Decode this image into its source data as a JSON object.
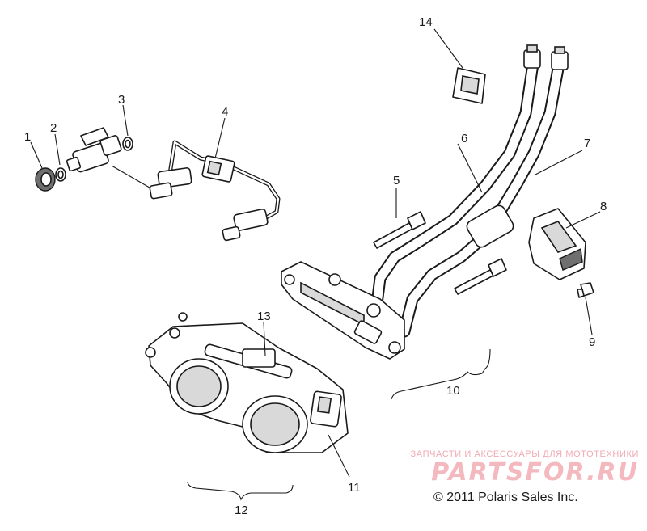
{
  "callouts": [
    {
      "num": "1"
    },
    {
      "num": "2"
    },
    {
      "num": "3"
    },
    {
      "num": "4"
    },
    {
      "num": "5"
    },
    {
      "num": "6"
    },
    {
      "num": "7"
    },
    {
      "num": "8"
    },
    {
      "num": "9"
    },
    {
      "num": "10"
    },
    {
      "num": "11"
    },
    {
      "num": "12"
    },
    {
      "num": "13"
    },
    {
      "num": "14"
    }
  ],
  "watermark": {
    "tagline": "ЗАПЧАСТИ И АКСЕССУАРЫ ДЛЯ МОТОТЕХНИКИ",
    "logo": "PARTSFOR.RU"
  },
  "copyright": "© 2011 Polaris Sales Inc."
}
